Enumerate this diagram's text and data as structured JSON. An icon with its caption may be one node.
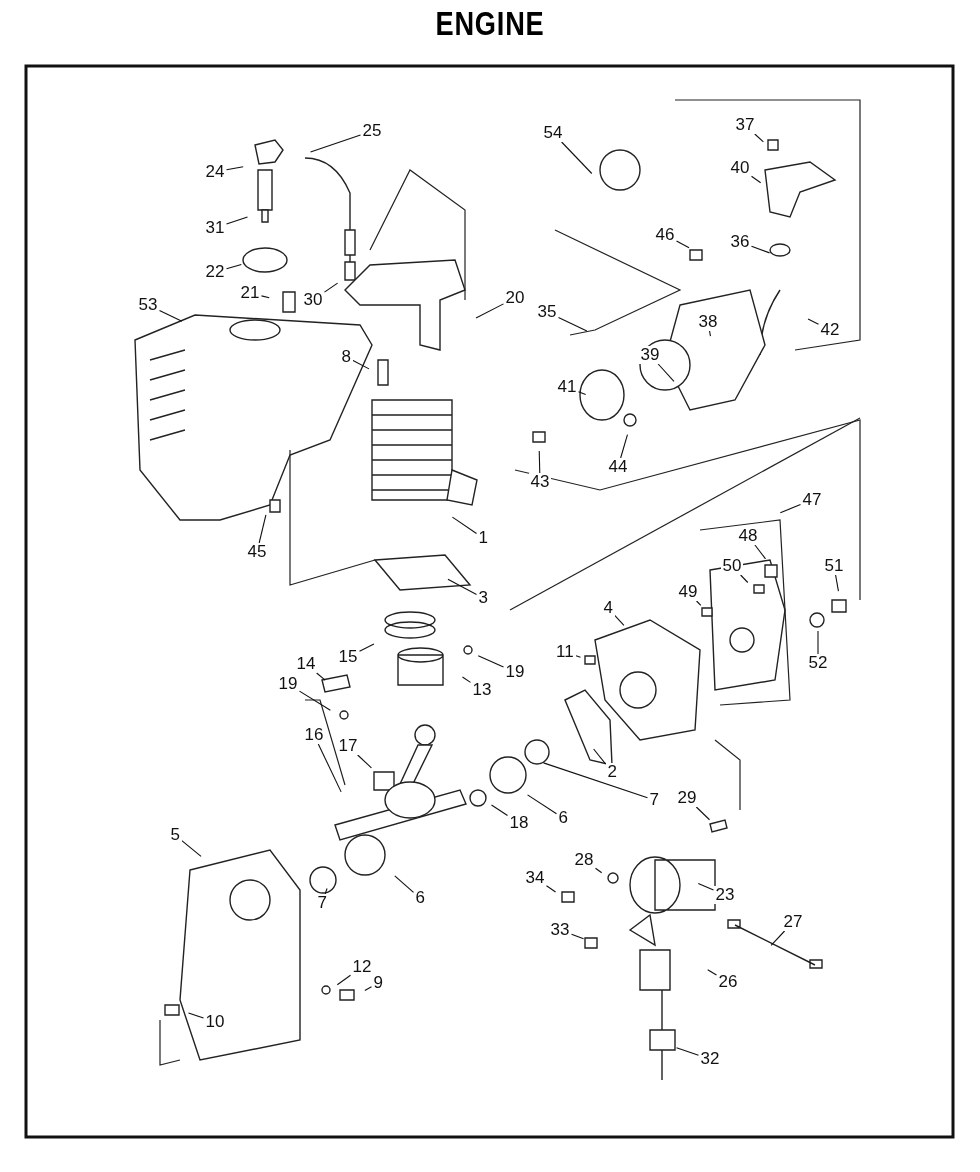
{
  "diagram": {
    "title": "ENGINE",
    "nodes": [
      {
        "text": [
          "25"
        ]
      },
      {
        "text": [
          "37"
        ]
      },
      {
        "text": [
          "54"
        ]
      },
      {
        "text": [
          "40"
        ]
      },
      {
        "text": [
          "24"
        ]
      },
      {
        "text": [
          "31"
        ]
      },
      {
        "text": [
          "46"
        ]
      },
      {
        "text": [
          "36"
        ]
      },
      {
        "text": [
          "22"
        ]
      },
      {
        "text": [
          "21"
        ]
      },
      {
        "text": [
          "20"
        ]
      },
      {
        "text": [
          "30"
        ]
      },
      {
        "text": [
          "53"
        ]
      },
      {
        "text": [
          "35"
        ]
      },
      {
        "text": [
          "38"
        ]
      },
      {
        "text": [
          "42"
        ]
      },
      {
        "text": [
          "39"
        ]
      },
      {
        "text": [
          "8"
        ]
      },
      {
        "text": [
          "41"
        ]
      },
      {
        "text": [
          "44"
        ]
      },
      {
        "text": [
          "43"
        ]
      },
      {
        "text": [
          "47"
        ]
      },
      {
        "text": [
          "1"
        ]
      },
      {
        "text": [
          "48"
        ]
      },
      {
        "text": [
          "45"
        ]
      },
      {
        "text": [
          "50"
        ]
      },
      {
        "text": [
          "51"
        ]
      },
      {
        "text": [
          "49"
        ]
      },
      {
        "text": [
          "3"
        ]
      },
      {
        "text": [
          "4"
        ]
      },
      {
        "text": [
          "11"
        ]
      },
      {
        "text": [
          "15"
        ]
      },
      {
        "text": [
          "52"
        ]
      },
      {
        "text": [
          "14"
        ]
      },
      {
        "text": [
          "19"
        ]
      },
      {
        "text": [
          "19"
        ]
      },
      {
        "text": [
          "13"
        ]
      },
      {
        "text": [
          "16"
        ]
      },
      {
        "text": [
          "17"
        ]
      },
      {
        "text": [
          "2"
        ]
      },
      {
        "text": [
          "29"
        ]
      },
      {
        "text": [
          "7"
        ]
      },
      {
        "text": [
          "6"
        ]
      },
      {
        "text": [
          "18"
        ]
      },
      {
        "text": [
          "5"
        ]
      },
      {
        "text": [
          "28"
        ]
      },
      {
        "text": [
          "34"
        ]
      },
      {
        "text": [
          "23"
        ]
      },
      {
        "text": [
          "6"
        ]
      },
      {
        "text": [
          "7"
        ]
      },
      {
        "text": [
          "27"
        ]
      },
      {
        "text": [
          "33"
        ]
      },
      {
        "text": [
          "12"
        ]
      },
      {
        "text": [
          "9"
        ]
      },
      {
        "text": [
          "26"
        ]
      },
      {
        "text": [
          "10"
        ]
      },
      {
        "text": [
          "32"
        ]
      }
    ],
    "edges": [
      {
        "from": 0,
        "to": null,
        "arrow": "none"
      },
      {
        "from": 1,
        "to": null,
        "arrow": "none"
      },
      {
        "from": 2,
        "to": null,
        "arrow": "none"
      },
      {
        "from": 3,
        "to": null,
        "arrow": "none"
      },
      {
        "from": 4,
        "to": null,
        "arrow": "none"
      },
      {
        "from": 5,
        "to": null,
        "arrow": "none"
      },
      {
        "from": 6,
        "to": null,
        "arrow": "none"
      },
      {
        "from": 7,
        "to": null,
        "arrow": "none"
      },
      {
        "from": 8,
        "to": null,
        "arrow": "none"
      },
      {
        "from": 9,
        "to": null,
        "arrow": "none"
      },
      {
        "from": 10,
        "to": null,
        "arrow": "none"
      },
      {
        "from": 11,
        "to": null,
        "arrow": "none"
      },
      {
        "from": 12,
        "to": null,
        "arrow": "none"
      },
      {
        "from": 13,
        "to": null,
        "arrow": "none"
      },
      {
        "from": 14,
        "to": null,
        "arrow": "none"
      },
      {
        "from": 15,
        "to": null,
        "arrow": "none"
      },
      {
        "from": 16,
        "to": null,
        "arrow": "none"
      },
      {
        "from": 17,
        "to": null,
        "arrow": "none"
      },
      {
        "from": 18,
        "to": null,
        "arrow": "none"
      },
      {
        "from": 19,
        "to": null,
        "arrow": "none"
      },
      {
        "from": 20,
        "to": null,
        "arrow": "none"
      },
      {
        "from": 21,
        "to": null,
        "arrow": "none"
      },
      {
        "from": 22,
        "to": null,
        "arrow": "none"
      },
      {
        "from": 23,
        "to": null,
        "arrow": "none"
      },
      {
        "from": 24,
        "to": null,
        "arrow": "none"
      },
      {
        "from": 25,
        "to": null,
        "arrow": "none"
      },
      {
        "from": 26,
        "to": null,
        "arrow": "none"
      },
      {
        "from": 27,
        "to": null,
        "arrow": "none"
      },
      {
        "from": 28,
        "to": null,
        "arrow": "none"
      },
      {
        "from": 29,
        "to": null,
        "arrow": "none"
      },
      {
        "from": 30,
        "to": null,
        "arrow": "none"
      },
      {
        "from": 31,
        "to": null,
        "arrow": "none"
      },
      {
        "from": 32,
        "to": null,
        "arrow": "none"
      },
      {
        "from": 33,
        "to": null,
        "arrow": "none"
      },
      {
        "from": 34,
        "to": null,
        "arrow": "none"
      },
      {
        "from": 35,
        "to": null,
        "arrow": "none"
      },
      {
        "from": 36,
        "to": null,
        "arrow": "none"
      },
      {
        "from": 37,
        "to": null,
        "arrow": "none"
      },
      {
        "from": 38,
        "to": null,
        "arrow": "none"
      },
      {
        "from": 39,
        "to": null,
        "arrow": "none"
      },
      {
        "from": 40,
        "to": null,
        "arrow": "none"
      },
      {
        "from": 41,
        "to": null,
        "arrow": "none"
      },
      {
        "from": 42,
        "to": null,
        "arrow": "none"
      },
      {
        "from": 43,
        "to": null,
        "arrow": "none"
      },
      {
        "from": 44,
        "to": null,
        "arrow": "none"
      },
      {
        "from": 45,
        "to": null,
        "arrow": "none"
      },
      {
        "from": 46,
        "to": null,
        "arrow": "none"
      },
      {
        "from": 47,
        "to": null,
        "arrow": "none"
      },
      {
        "from": 48,
        "to": null,
        "arrow": "none"
      },
      {
        "from": 49,
        "to": null,
        "arrow": "none"
      },
      {
        "from": 50,
        "to": null,
        "arrow": "none"
      },
      {
        "from": 51,
        "to": null,
        "arrow": "none"
      },
      {
        "from": 52,
        "to": null,
        "arrow": "none"
      },
      {
        "from": 53,
        "to": null,
        "arrow": "none"
      },
      {
        "from": 54,
        "to": null,
        "arrow": "none"
      },
      {
        "from": 55,
        "to": null,
        "arrow": "none"
      },
      {
        "from": 56,
        "to": null,
        "arrow": "none"
      }
    ]
  }
}
